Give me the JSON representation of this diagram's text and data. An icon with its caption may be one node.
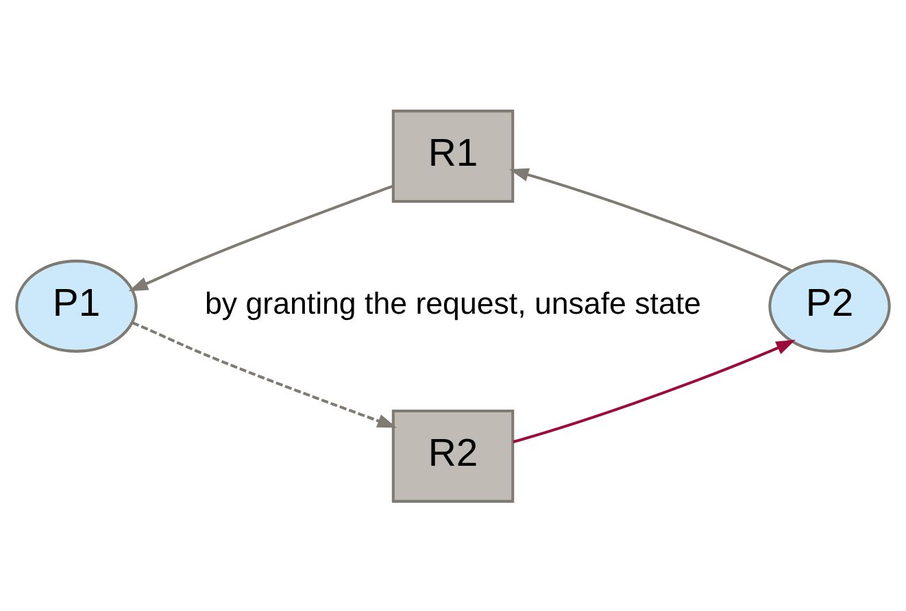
{
  "diagram": {
    "nodes": [
      {
        "text": [
          "R1"
        ]
      },
      {
        "text": [
          "P1"
        ]
      },
      {
        "text": [
          "P2"
        ]
      },
      {
        "text": [
          "R2"
        ]
      }
    ],
    "edges": [
      {
        "from": 0,
        "to": 1,
        "arrow": "to"
      },
      {
        "from": 2,
        "to": 0,
        "arrow": "to"
      },
      {
        "from": 1,
        "to": 3,
        "arrow": "to",
        "style": "dashed"
      },
      {
        "from": 3,
        "to": 2,
        "arrow": "to",
        "color": "#9b0a3a"
      }
    ],
    "labels": [
      "by granting the request, unsafe state"
    ]
  }
}
